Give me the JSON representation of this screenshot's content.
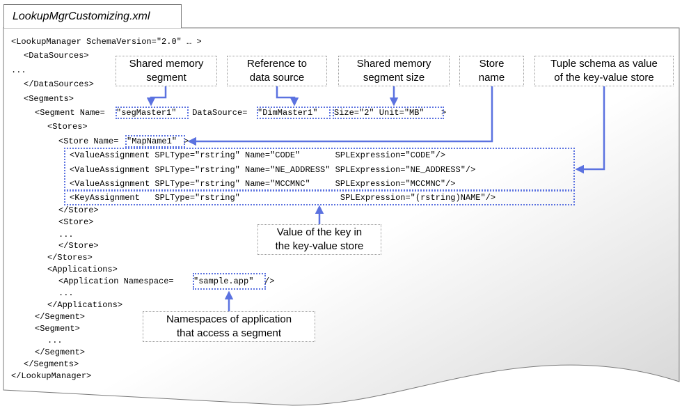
{
  "tab": {
    "title": "LookupMgrCustomizing.xml"
  },
  "code_lines": {
    "l1": "<LookupManager SchemaVersion=\"2.0\" … >",
    "l2": "<DataSources>",
    "l3": "...",
    "l4": "</DataSources>",
    "l5": "<Segments>",
    "l6a": "<Segment Name=",
    "l6b": "\"segMaster1\"",
    "l6c": " DataSource=",
    "l6d": "\"DimMaster1\"",
    "l6e": "Size=\"2\" Unit=\"MB\"",
    "l6f": ">",
    "l7": "<Stores>",
    "l8a": "<Store Name=",
    "l8b": "\"MapName1\"",
    "l8c": ">",
    "l9": "<ValueAssignment SPLType=\"rstring\" Name=\"CODE\"       SPLExpression=\"CODE\"/>",
    "l10": "<ValueAssignment SPLType=\"rstring\" Name=\"NE_ADDRESS\" SPLExpression=\"NE_ADDRESS\"/>",
    "l11": "<ValueAssignment SPLType=\"rstring\" Name=\"MCCMNC\"     SPLExpression=\"MCCMNC\"/>",
    "l12": "<KeyAssignment   SPLType=\"rstring\"                    SPLExpression=\"(rstring)NAME\"/>",
    "l13": "</Store>",
    "l14": "<Store>",
    "l15": "...",
    "l16": "</Store>",
    "l17": "</Stores>",
    "l18": "<Applications>",
    "l19a": "<Application Namespace=",
    "l19b": "\"sample.app\"",
    "l19c": "/>",
    "l20": "...",
    "l21": "</Applications>",
    "l22": "</Segment>",
    "l23": "<Segment>",
    "l24": "...",
    "l25": "</Segment>",
    "l26": "</Segments>",
    "l27": "</LookupManager>"
  },
  "callouts": {
    "shared_memory_segment": {
      "line1": "Shared memory",
      "line2": "segment"
    },
    "reference_data_source": {
      "line1": "Reference to",
      "line2": "data source"
    },
    "segment_size": {
      "line1": "Shared memory",
      "line2": "segment  size"
    },
    "store_name": {
      "line1": "Store",
      "line2": "name"
    },
    "tuple_schema": {
      "line1": "Tuple schema  as value",
      "line2": "of the key-value  store"
    },
    "key_value": {
      "line1": "Value of the key in",
      "line2": "the key-value  store"
    },
    "namespaces": {
      "line1": "Namespaces  of application",
      "line2": "that access a segment"
    }
  },
  "colors": {
    "accent": "#5b72e0",
    "border": "#7a7a7a"
  }
}
